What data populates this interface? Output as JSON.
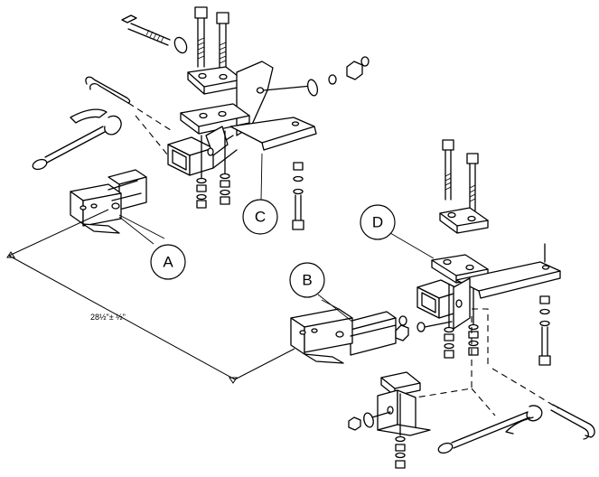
{
  "callouts": {
    "a": "A",
    "b": "B",
    "c": "C",
    "d": "D"
  },
  "dimension": {
    "text": "28½\"±  ½\""
  },
  "colors": {
    "line": "#000000",
    "background": "#ffffff"
  }
}
